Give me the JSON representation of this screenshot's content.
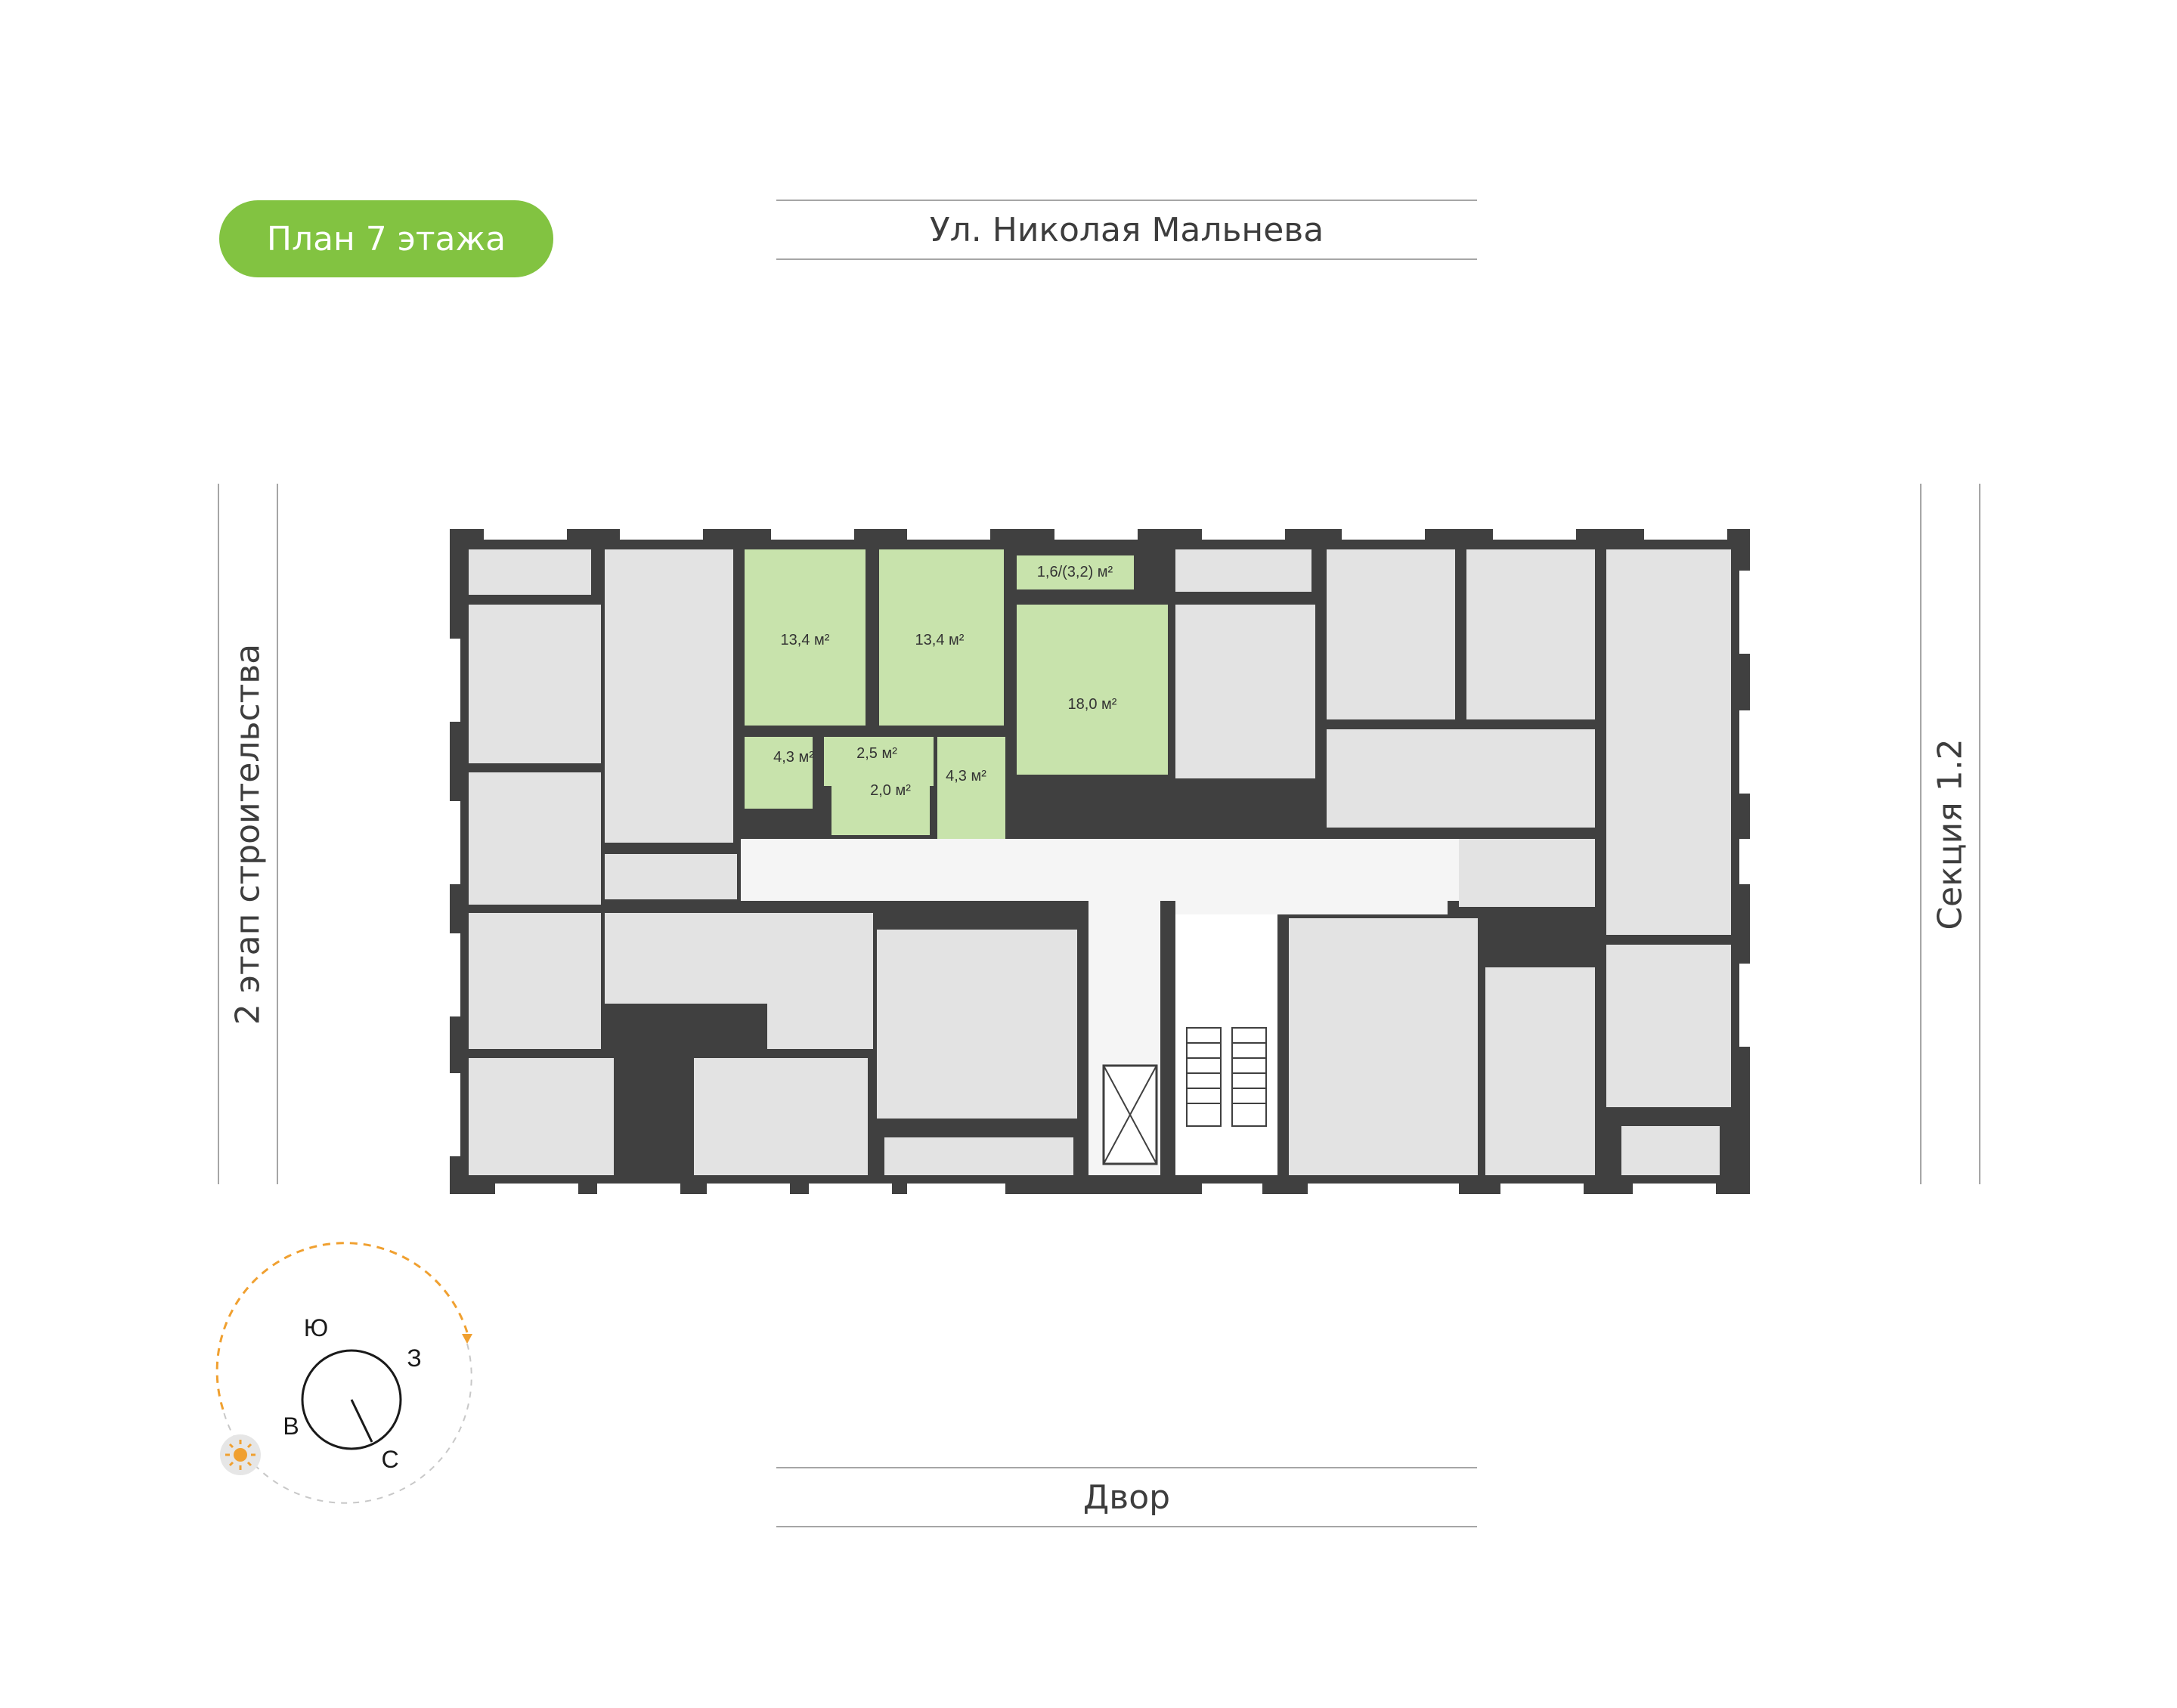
{
  "floor_badge": {
    "label": "План 7 этажа",
    "color": "#82c341"
  },
  "streets": {
    "top": "Ул. Николая Мальнева",
    "bottom": "Двор",
    "left": "2 этап строительства",
    "right": "Секция 1.2"
  },
  "highlighted_apartment": {
    "color": "#c8e3ac",
    "rooms": [
      {
        "id": "room-a",
        "area": "13,4 м²"
      },
      {
        "id": "room-b",
        "area": "13,4 м²"
      },
      {
        "id": "balcony",
        "area": "1,6/(3,2) м²"
      },
      {
        "id": "living",
        "area": "18,0 м²"
      },
      {
        "id": "hall-a",
        "area": "4,3 м²"
      },
      {
        "id": "corridor",
        "area": "2,5 м²"
      },
      {
        "id": "bath",
        "area": "2,0 м²"
      },
      {
        "id": "hall-b",
        "area": "4,3 м²"
      }
    ]
  },
  "plan_colors": {
    "wall": "#404040",
    "room": "#e3e3e3",
    "corridor": "#f5f5f5"
  },
  "compass": {
    "labels": {
      "south": "Ю",
      "west": "З",
      "east": "В",
      "north": "С"
    },
    "sun_icon": "sun-icon",
    "arrow_color": "#f0a030"
  }
}
